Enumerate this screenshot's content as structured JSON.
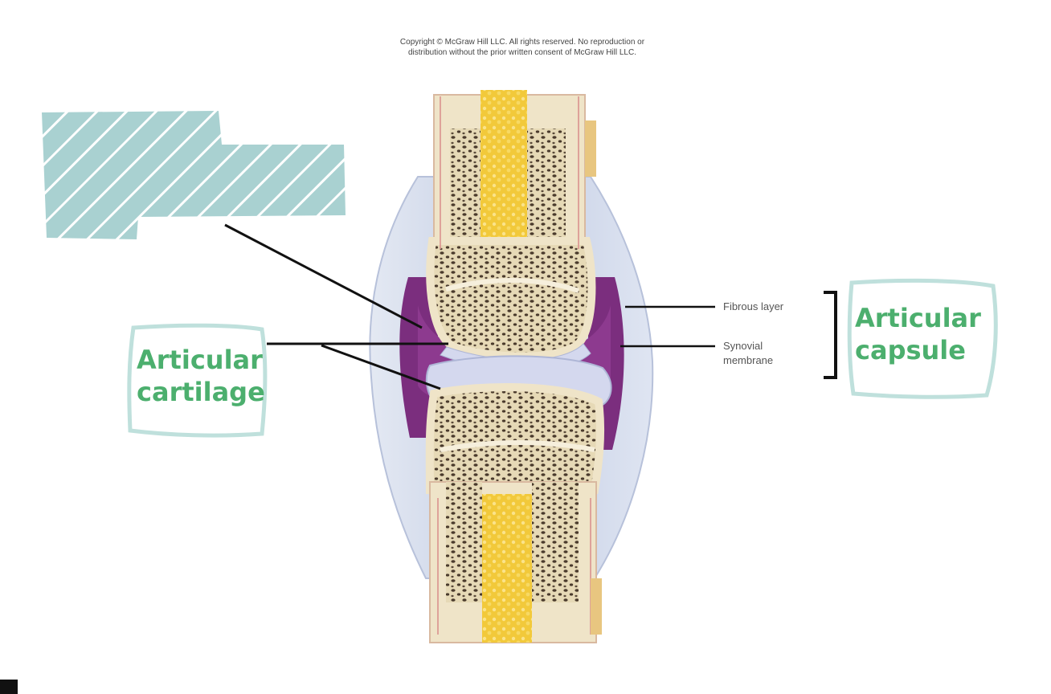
{
  "copyright": {
    "line1": "Copyright © McGraw Hill LLC. All rights reserved. No reproduction or",
    "line2": "distribution without the prior written consent of McGraw Hill LLC."
  },
  "labels": {
    "fibrous_layer": "Fibrous layer",
    "synovial_line1": "Synovial",
    "synovial_line2": "membrane",
    "articular_cartilage_line1": "Articular",
    "articular_cartilage_line2": "cartilage",
    "articular_capsule_line1": "Articular",
    "articular_capsule_line2": "capsule"
  },
  "colors": {
    "bone": "#efe4c8",
    "marrow": "#f3cf45",
    "capsule": "#c9d3e8",
    "synovial_cavity": "#7b2e7e",
    "cartilage": "#d4d8ee",
    "handwriting": "#4caf6e",
    "highlight_box": "#a9d1d1"
  }
}
